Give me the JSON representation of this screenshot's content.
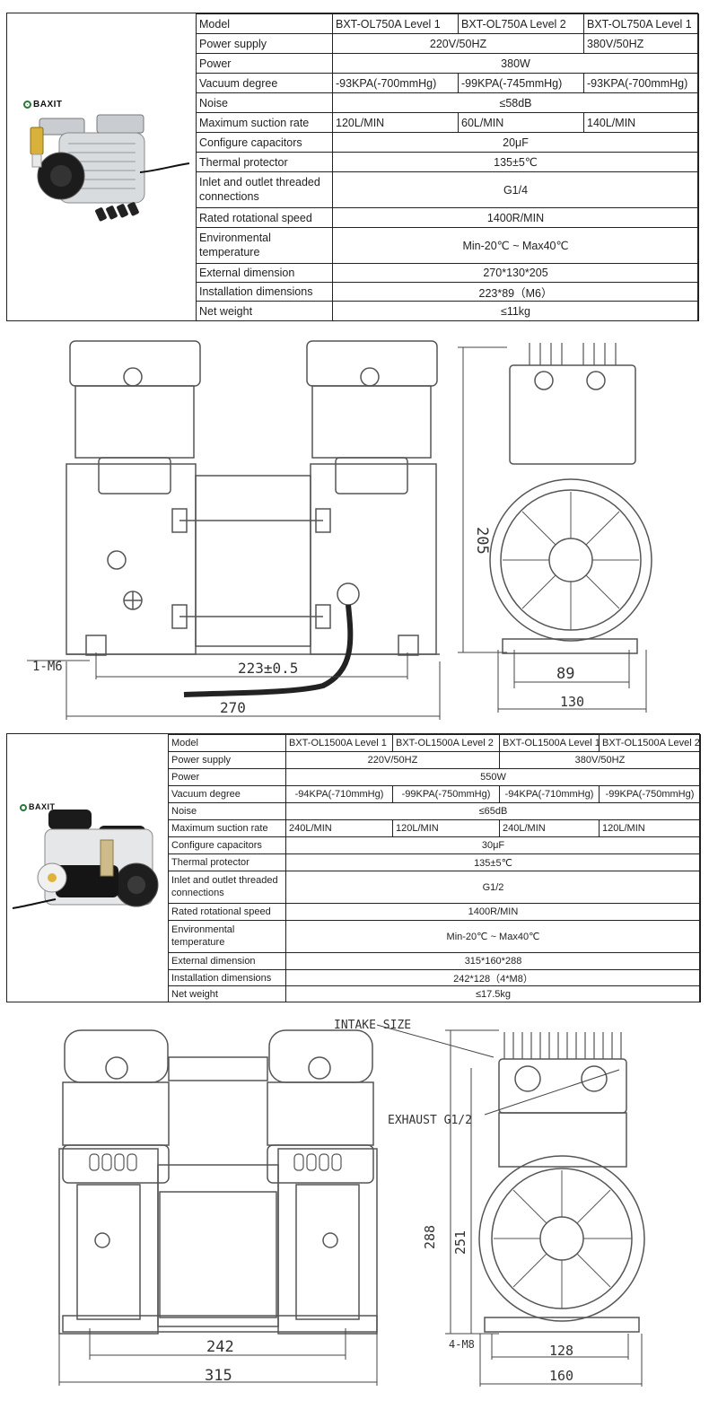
{
  "spec1": {
    "brand": "BAXIT",
    "header": [
      "Model",
      "BXT-OL750A Level 1",
      "BXT-OL750A Level 2",
      "BXT-OL750A Level 1"
    ],
    "power_supply": {
      "label": "Power supply",
      "a": "220V/50HZ",
      "b": "380V/50HZ"
    },
    "power": {
      "label": "Power",
      "value": "380W"
    },
    "vacuum": {
      "label": "Vacuum degree",
      "values": [
        "-93KPA(-700mmHg)",
        "-99KPA(-745mmHg)",
        "-93KPA(-700mmHg)"
      ]
    },
    "noise": {
      "label": "Noise",
      "value": "≤58dB"
    },
    "suction": {
      "label": "Maximum suction rate",
      "values": [
        "120L/MIN",
        "60L/MIN",
        "140L/MIN"
      ]
    },
    "capacitors": {
      "label": "Configure capacitors",
      "value": "20μF"
    },
    "thermal": {
      "label": "Thermal protector",
      "value": "135±5℃"
    },
    "inlet": {
      "label": "Inlet and outlet threaded connections",
      "value": "G1/4"
    },
    "speed": {
      "label": "Rated rotational speed",
      "value": "1400R/MIN"
    },
    "env": {
      "label": "Environmental temperature",
      "value": "Min-20℃ ~ Max40℃"
    },
    "external": {
      "label": "External dimension",
      "value": "270*130*205"
    },
    "install": {
      "label": "Installation dimensions",
      "value": "223*89（M6）"
    },
    "weight": {
      "label": "Net weight",
      "value": "≤11kg"
    }
  },
  "drawing1": {
    "dim_height": "205",
    "dim_mount": "223±0.5",
    "dim_length": "270",
    "dim_width_inner": "89",
    "dim_width": "130",
    "thread": "1-M6"
  },
  "spec2": {
    "brand": "BAXIT",
    "header": [
      "Model",
      "BXT-OL1500A Level 1",
      "BXT-OL1500A Level 2",
      "BXT-OL1500A Level 1",
      "BXT-OL1500A Level 2"
    ],
    "power_supply": {
      "label": "Power supply",
      "a": "220V/50HZ",
      "b": "380V/50HZ"
    },
    "power": {
      "label": "Power",
      "value": "550W"
    },
    "vacuum": {
      "label": "Vacuum degree",
      "values": [
        "-94KPA(-710mmHg)",
        "-99KPA(-750mmHg)",
        "-94KPA(-710mmHg)",
        "-99KPA(-750mmHg)"
      ]
    },
    "noise": {
      "label": "Noise",
      "value": "≤65dB"
    },
    "suction": {
      "label": "Maximum suction rate",
      "values": [
        "240L/MIN",
        "120L/MIN",
        "240L/MIN",
        "120L/MIN"
      ]
    },
    "capacitors": {
      "label": "Configure capacitors",
      "value": "30μF"
    },
    "thermal": {
      "label": "Thermal protector",
      "value": "135±5℃"
    },
    "inlet": {
      "label": "Inlet and outlet threaded connections",
      "value": "G1/2"
    },
    "speed": {
      "label": "Rated rotational speed",
      "value": "1400R/MIN"
    },
    "env": {
      "label": "Environmental temperature",
      "value": "Min-20℃ ~ Max40℃"
    },
    "external": {
      "label": "External dimension",
      "value": "315*160*288"
    },
    "install": {
      "label": "Installation dimensions",
      "value": "242*128（4*M8）"
    },
    "weight": {
      "label": "Net weight",
      "value": "≤17.5kg"
    }
  },
  "drawing2": {
    "intake_label": "INTAKE SIZE",
    "exhaust_label": "EXHAUST G1/2",
    "dim_height": "288",
    "dim_height_inner": "251",
    "dim_mount": "242",
    "dim_length": "315",
    "dim_width_inner": "128",
    "dim_width": "160",
    "thread": "4-M8"
  }
}
